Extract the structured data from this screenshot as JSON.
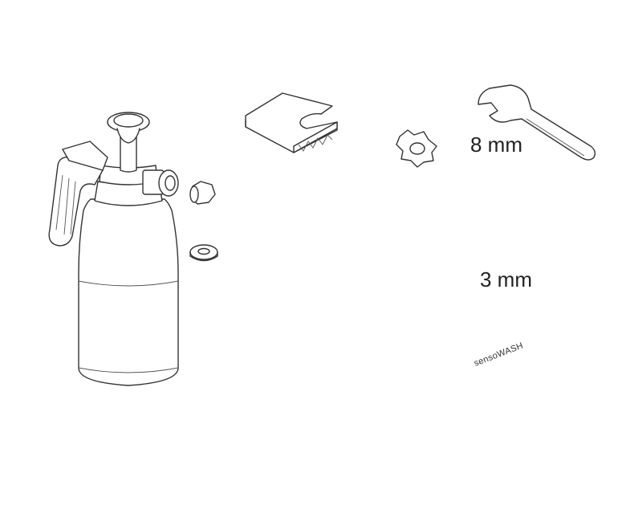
{
  "labels": {
    "wrench_size": "8 mm",
    "hex_key_size": "3 mm",
    "disc_brand": "sensoWASH"
  },
  "colors": {
    "line": "#333333",
    "background": "#ffffff"
  },
  "icons": {
    "sachet_warning": "exclamation-diamond-icon"
  }
}
